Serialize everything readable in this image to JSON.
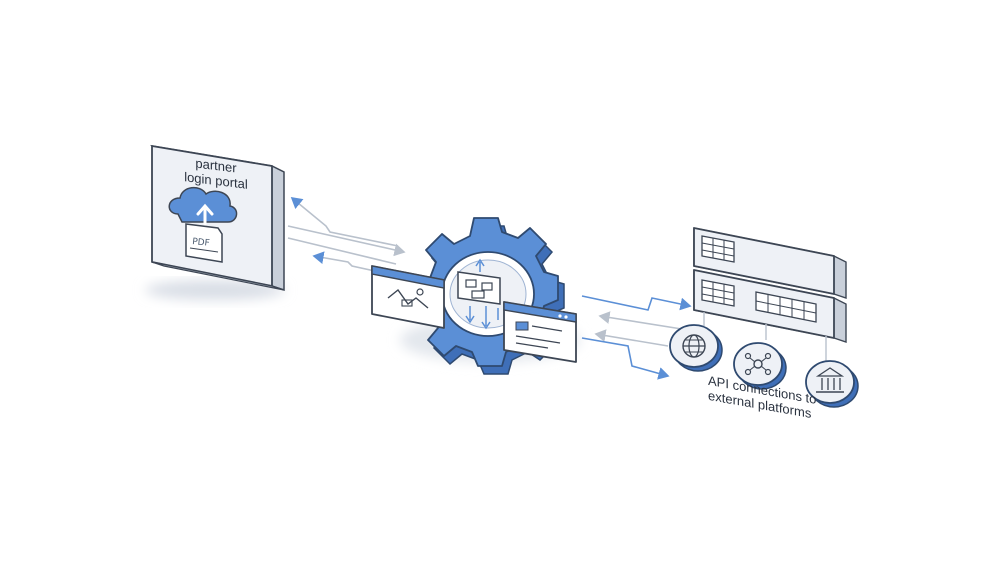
{
  "portal": {
    "line1": "partner",
    "line2": "login portal",
    "pdf_label": "PDF"
  },
  "api": {
    "line1": "API connections to",
    "line2": "external platforms"
  },
  "icons": [
    "cloud-upload-icon",
    "pdf-document-icon",
    "gear-icon",
    "image-window-icon",
    "flowchart-icon",
    "text-window-icon",
    "table-icon",
    "globe-icon",
    "network-node-icon",
    "bank-icon"
  ],
  "colors": {
    "accent": "#5b8fd6",
    "accent_dark": "#3f6fb8",
    "panel": "#eef1f6",
    "stroke": "#3d4654",
    "arrow_gray": "#b9c1cc"
  }
}
